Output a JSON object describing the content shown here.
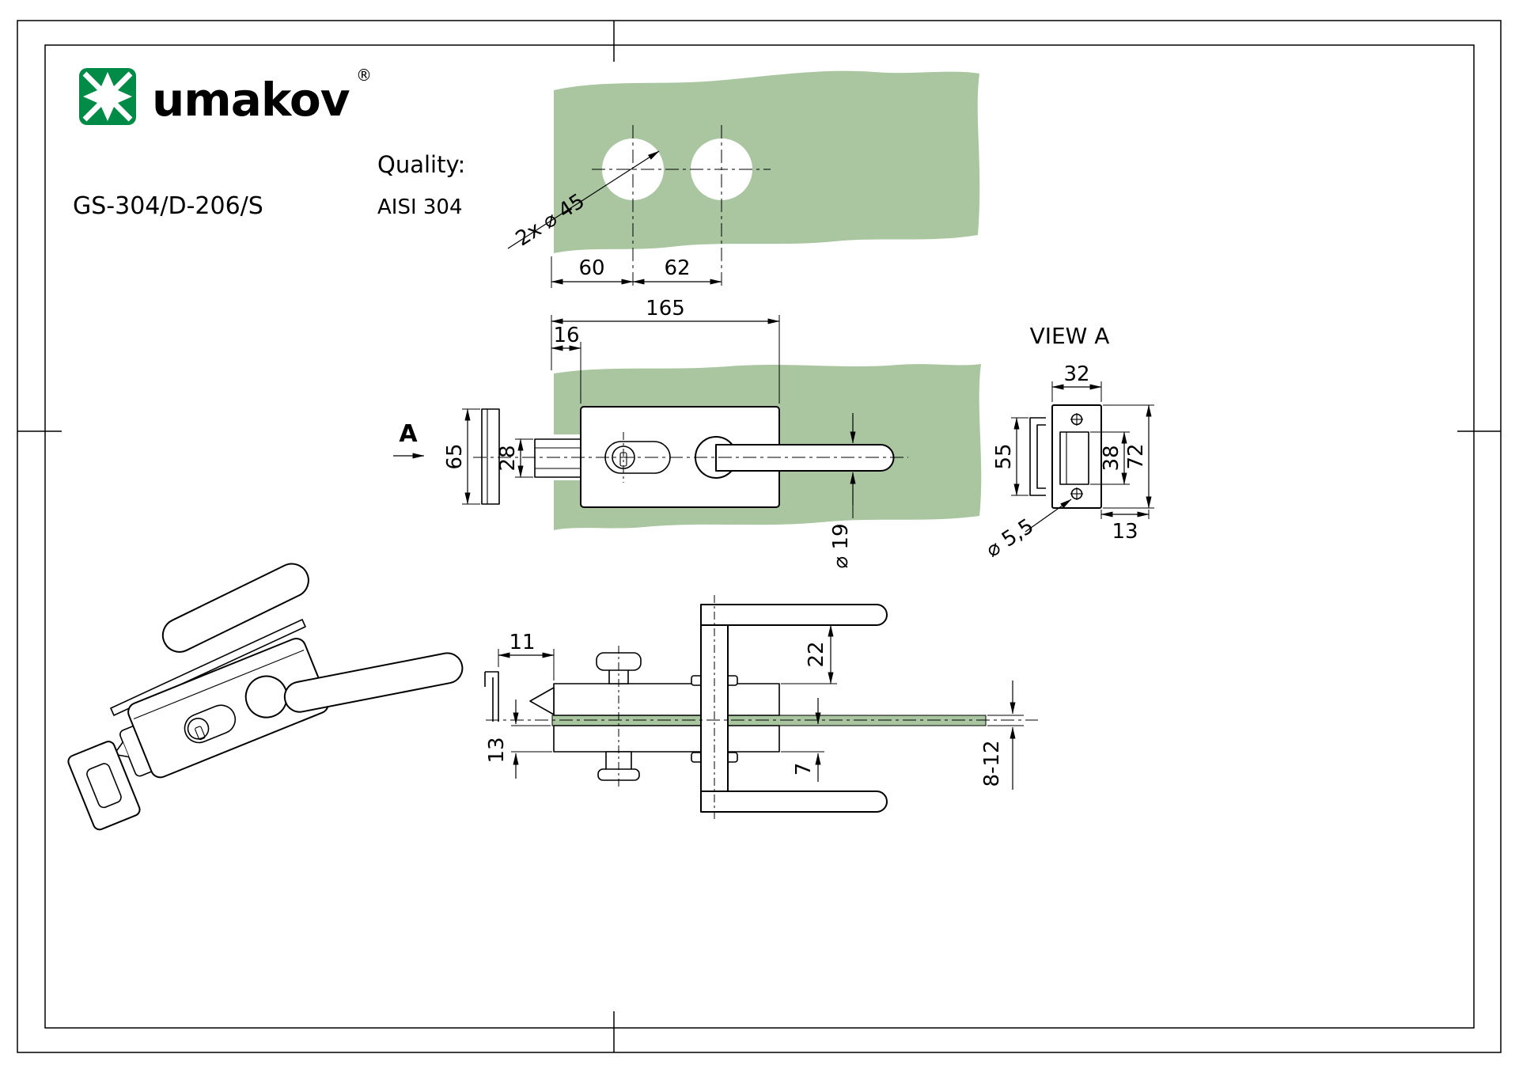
{
  "branding": {
    "logo_text": "umakov",
    "registered_mark": "®"
  },
  "product_code": "GS-304/D-206/S",
  "quality": {
    "label": "Quality:",
    "value": "AISI 304"
  },
  "colors": {
    "glass_green": "#a9c6a0",
    "brand_green": "#008c46",
    "line": "#000000"
  },
  "drill_view": {
    "callout": "2x ⌀ 45",
    "dim_edge_to_hole": "60",
    "dim_hole_spacing": "62"
  },
  "front_view": {
    "view_label": "A",
    "dim_total_length": "165",
    "dim_edge_offset": "16",
    "dim_plate_height": "65",
    "dim_latch_height": "28",
    "dim_handle_diameter": "⌀ 19"
  },
  "view_a": {
    "title": "VIEW A",
    "dim_width": "32",
    "dim_box_height": "55",
    "dim_cutout_height": "38",
    "dim_plate_height": "72",
    "dim_depth": "13",
    "dim_screw": "⌀ 5,5"
  },
  "side_view": {
    "dim_faceplate_offset": "11",
    "dim_lever_offset": "22",
    "dim_lower_depth": "13",
    "dim_clamp": "7",
    "dim_glass_thickness": "8-12"
  }
}
